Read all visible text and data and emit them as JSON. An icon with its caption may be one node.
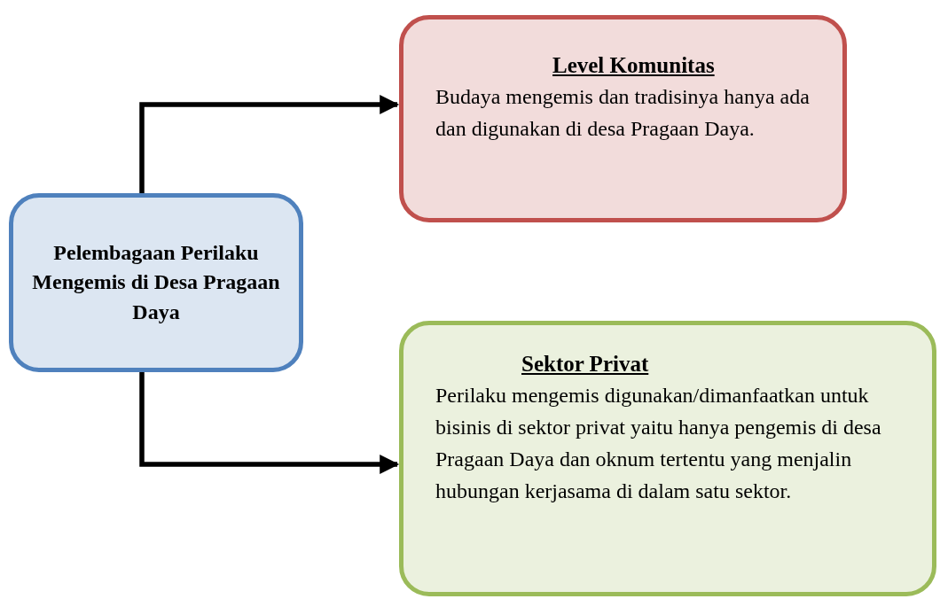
{
  "diagram": {
    "nodes": [
      {
        "text": [
          "Pelembagaan Perilaku Mengemis di Desa Pragaan Daya"
        ]
      },
      {
        "text": [
          "Level Komunitas",
          "Budaya mengemis dan tradisinya hanya ada dan digunakan di desa Pragaan Daya."
        ]
      },
      {
        "text": [
          "Sektor Privat",
          "Perilaku mengemis digunakan/dimanfaatkan untuk bisinis di sektor privat yaitu hanya pengemis di desa Pragaan Daya dan oknum tertentu yang menjalin hubungan kerjasama di dalam satu sektor."
        ]
      }
    ],
    "edges": [
      {
        "from": 0,
        "to": 1,
        "arrow": "to"
      },
      {
        "from": 0,
        "to": 2,
        "arrow": "to"
      }
    ]
  }
}
